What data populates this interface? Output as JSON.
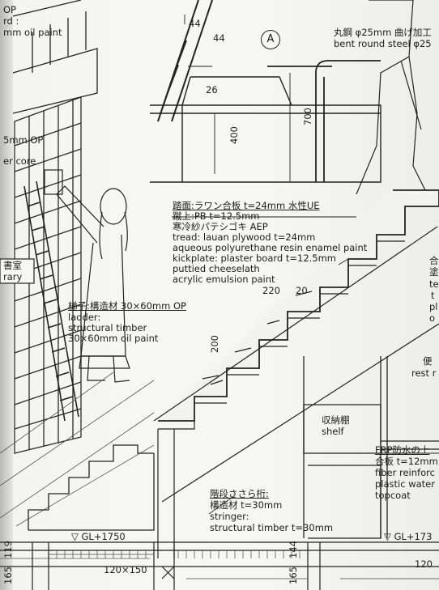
{
  "left_edge": {
    "op": "OP",
    "rd": "rd :",
    "oil": "mm oil paint",
    "op_mm": "5mm OP",
    "core": "er core",
    "shoshitsu": "書室",
    "library": "rary"
  },
  "section_marker": "A",
  "handrail": {
    "jp": "丸鋼 φ25mm 曲げ加工",
    "en": "bent round steel φ25"
  },
  "dims": {
    "d44a": "44",
    "d44b": "44",
    "d26": "26",
    "d400": "400",
    "d700": "700",
    "d220": "220",
    "d20": "20",
    "d200": "200",
    "gl1750": "▽ GL+1750",
    "gl173": "▽ GL+173",
    "d120x150": "120×150",
    "d120": "120",
    "d165a": "165",
    "d119": "119",
    "d165b": "165",
    "d144": "144"
  },
  "tread_note": {
    "l1": "踏面:ラワン合板 t=24mm 水性UE",
    "l2": "蹴上:PB t=12.5mm",
    "l3": "寒冷紗パテシゴキ AEP",
    "l4": "tread: lauan plywood t=24mm",
    "l5": "aqueous polyurethane resin enamel paint",
    "l6": "kickplate: plaster board t=12.5mm",
    "l7": "puttied cheeselath",
    "l8": "acrylic emulsion paint"
  },
  "ladder_note": {
    "l1": "梯子:構造材 30×60mm OP",
    "l2": "ladder:",
    "l3": "structural timber",
    "l4": "30×60mm oil paint"
  },
  "shelf": {
    "jp": "収納棚",
    "en": "shelf"
  },
  "right_edge": {
    "a": "合",
    "b": "塗",
    "c": "te",
    "d": "t",
    "e": "pl",
    "f": "o",
    "g": "便",
    "h": "rest r"
  },
  "frp_note": {
    "l1": "FRP防水の上",
    "l2": "合板 t=12mm",
    "l3": "fiber reinforc",
    "l4": "plastic water",
    "l5": "topcoat"
  },
  "stringer_note": {
    "l1": "階段ささら桁:",
    "l2": "構造材 t=30mm",
    "l3": "stringer:",
    "l4": "structural timber t=30mm"
  }
}
